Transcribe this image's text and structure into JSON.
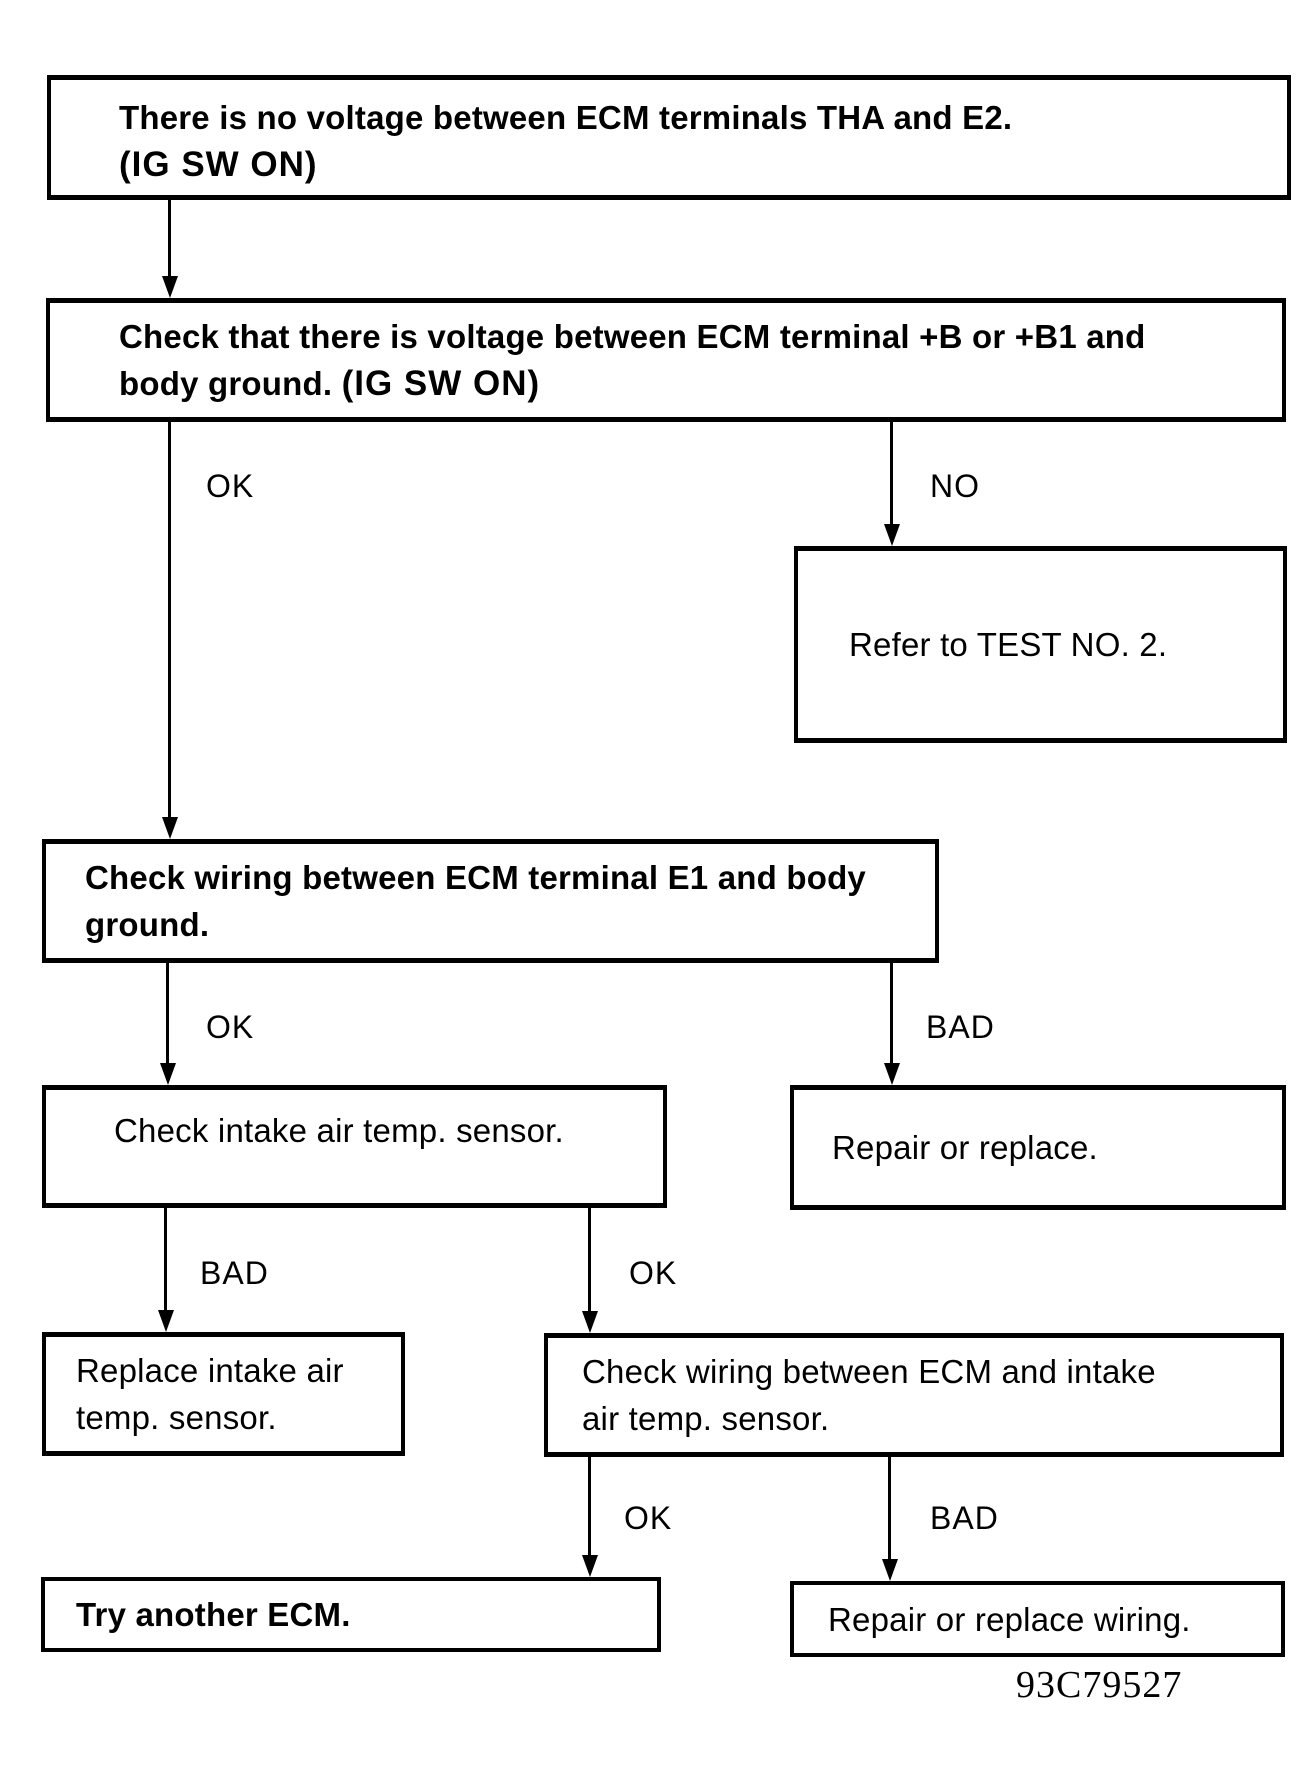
{
  "page": {
    "background": "#ffffff",
    "ink": "#000000"
  },
  "figure_code": "93C79527",
  "boxes": {
    "no_voltage": {
      "line1": "There is no voltage between ECM terminals THA and E2.",
      "line2": "(IG SW ON)"
    },
    "check_voltage": {
      "line1": "Check that there is voltage between ECM terminal +B or +B1 and",
      "line2_normal": "body ground. ",
      "line2_bold": "(IG SW ON)"
    },
    "refer_test": {
      "line1": "Refer to TEST NO. 2."
    },
    "check_wiring_e1": {
      "line1": "Check wiring between ECM terminal E1 and body",
      "line2": "ground."
    },
    "check_sensor": {
      "line1": "Check intake air temp. sensor."
    },
    "repair_replace": {
      "line1": "Repair or replace."
    },
    "replace_sensor": {
      "line1": "Replace intake air",
      "line2": "temp. sensor."
    },
    "check_wiring_sensor": {
      "line1": "Check wiring between ECM and intake",
      "line2": "air temp. sensor."
    },
    "try_ecm": {
      "line1": "Try another ECM."
    },
    "repair_wiring": {
      "line1": "Repair or replace wiring."
    }
  },
  "edge_labels": {
    "check_voltage_ok": "OK",
    "check_voltage_no": "NO",
    "check_wiring_e1_ok": "OK",
    "check_wiring_e1_bad": "BAD",
    "check_sensor_bad": "BAD",
    "check_sensor_ok": "OK",
    "check_wiring_sensor_ok": "OK",
    "check_wiring_sensor_bad": "BAD"
  }
}
